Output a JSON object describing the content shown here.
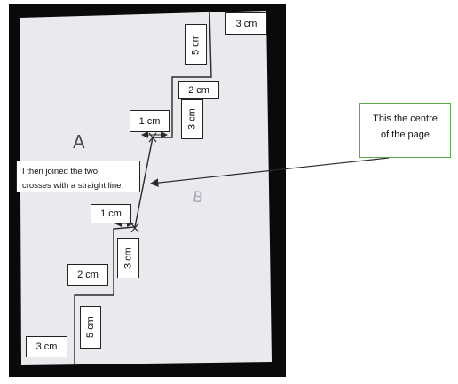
{
  "scene": {
    "letter_a": "A",
    "letter_b": "B",
    "labels": {
      "bottom_3cm": "3 cm",
      "bottom_5cm": "5 cm",
      "bottom_2cm": "2 cm",
      "lower_3cm": "3 cm",
      "lower_1cm": "1 cm",
      "upper_1cm": "1 cm",
      "upper_3cm": "3 cm",
      "upper_2cm": "2 cm",
      "top_5cm": "5 cm",
      "top_3cm": "3 cm"
    },
    "note": {
      "line1": "I then joined the two",
      "line2": "crosses with a straight line."
    },
    "callout": {
      "line1": "This the centre",
      "line2": "of the page"
    }
  },
  "colors": {
    "background": "#000000",
    "paper": "#e9e9ee",
    "pen": "#2a2a2a",
    "callout_border": "#5aa84a"
  }
}
